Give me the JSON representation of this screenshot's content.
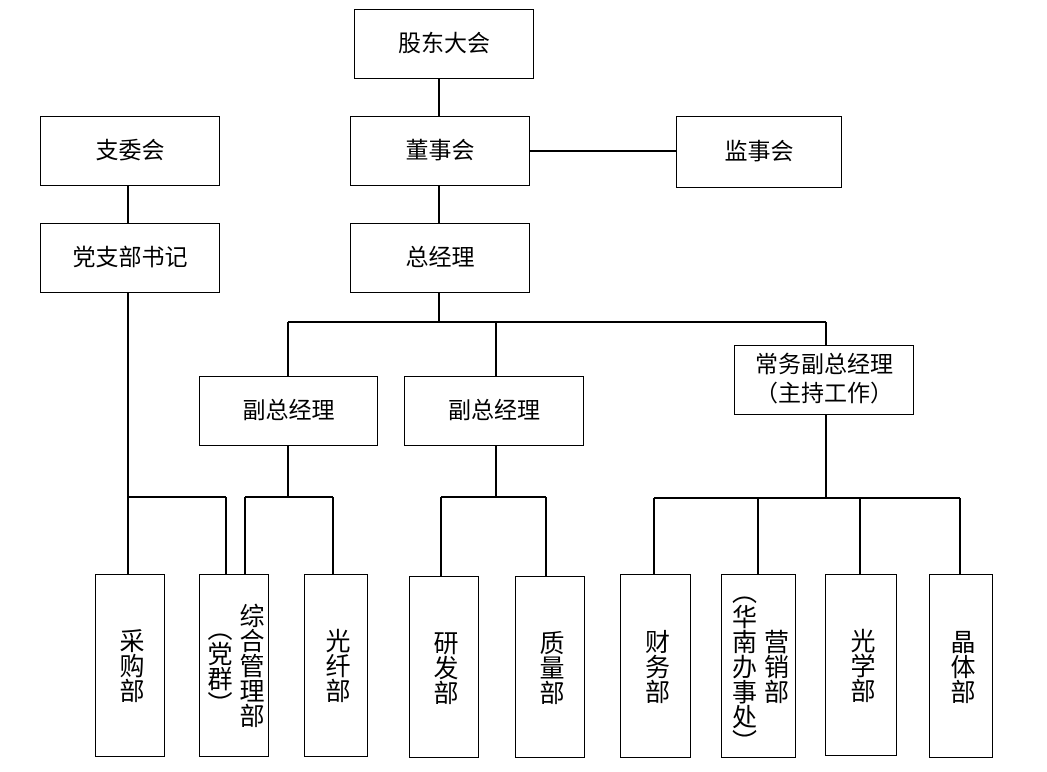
{
  "top": {
    "shareholders": "股东大会",
    "board": "董事会",
    "supervisory": "监事会",
    "branch_committee": "支委会",
    "party_secretary": "党支部书记",
    "general_manager": "总经理"
  },
  "managers": {
    "deputy_1": "副总经理",
    "deputy_2": "副总经理",
    "executive_deputy_line1": "常务副总经理",
    "executive_deputy_line2": "（主持工作）"
  },
  "departments": {
    "purchasing": "采购部",
    "admin_line1": "综合管理部",
    "admin_line2": "（党群）",
    "fiber": "光纤部",
    "rnd": "研发部",
    "quality": "质量部",
    "finance": "财务部",
    "marketing_line1": "营销部",
    "marketing_line2": "（华南办事处）",
    "optics": "光学部",
    "crystal": "晶体部"
  }
}
